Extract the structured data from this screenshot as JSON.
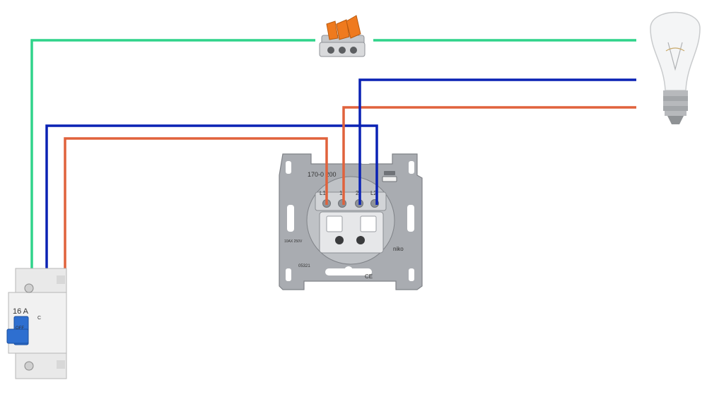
{
  "colors": {
    "earth": "#2fd38a",
    "neutral": "#0a22b4",
    "line": "#e0623c",
    "metal": "#a9acb1",
    "background": "#ffffff"
  },
  "breaker": {
    "rating": "16 A",
    "curve": "C",
    "state": "OFF"
  },
  "switch": {
    "model": "170-0 200",
    "code": "05321",
    "terminals": [
      "L1",
      "1",
      "2",
      "L2"
    ],
    "rating": "10AX 250V",
    "brand": "niko",
    "ce": "CE"
  },
  "lamp": {
    "type": "incandescent bulb"
  },
  "connector": {
    "type": "lever wire connector"
  }
}
